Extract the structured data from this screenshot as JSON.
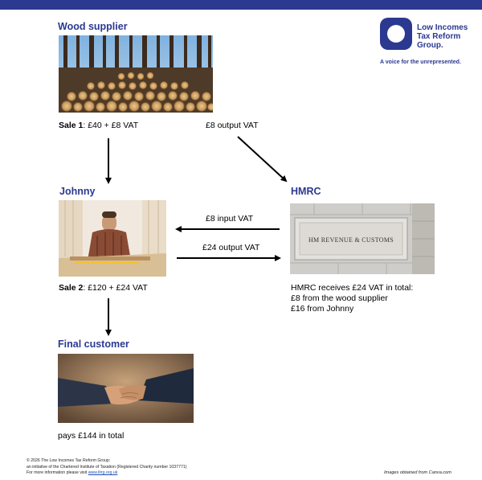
{
  "logo": {
    "lines": [
      "Low Incomes",
      "Tax Reform",
      "Group."
    ],
    "tagline": "A voice for the unrepresented."
  },
  "wood_supplier": {
    "heading": "Wood supplier",
    "sale_bold": "Sale 1",
    "sale_rest": ": £40 + £8 VAT",
    "output_vat": "£8 output VAT"
  },
  "johnny": {
    "heading": "Johnny",
    "sale_bold": "Sale 2",
    "sale_rest": ": £120 + £24 VAT",
    "input_vat": "£8 input VAT",
    "output_vat": "£24 output VAT"
  },
  "hmrc": {
    "heading": "HMRC",
    "sign_text": "HM REVENUE & CUSTOMS",
    "summary": [
      "HMRC receives £24 VAT in total:",
      "£8 from the wood supplier",
      "£16 from Johnny"
    ]
  },
  "final_customer": {
    "heading": "Final customer",
    "pays": "pays £144 in total"
  },
  "footer": {
    "line1": "© 2026 The Low Incomes Tax Reform Group:",
    "line2": "an initiative of the Chartered Institute of Taxation (Registered Charity number 1037771)",
    "line3_prefix": "For more information please visit ",
    "link": "www.litrg.org.uk",
    "credit": "Images obtained from Canva.com"
  },
  "colors": {
    "brand": "#2b3990"
  }
}
